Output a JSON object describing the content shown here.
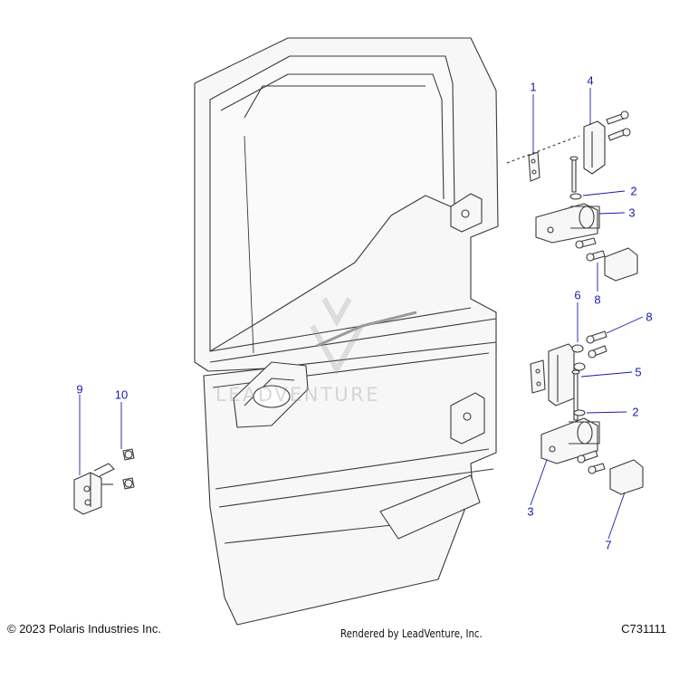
{
  "diagram": {
    "callouts": [
      "1",
      "4",
      "2",
      "3",
      "8",
      "6",
      "8",
      "5",
      "2",
      "3",
      "7",
      "9",
      "10"
    ]
  },
  "watermark": {
    "text": "LEADVENTURE"
  },
  "footer": {
    "copyright": "© 2023 Polaris Industries Inc.",
    "rendered_by": "Rendered by LeadVenture, Inc.",
    "diagram_code": "C731111"
  },
  "colors": {
    "callout": "#1a1aa6",
    "line_art": "#3a3a3a",
    "part_fill": "#f4f4f4"
  }
}
